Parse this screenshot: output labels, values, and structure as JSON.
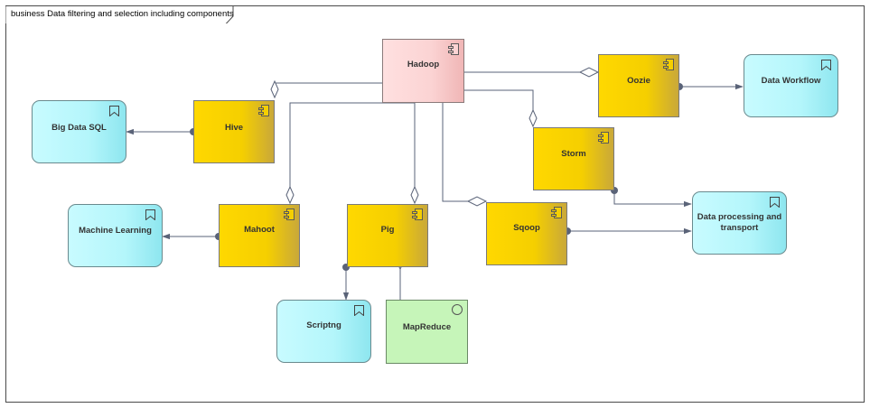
{
  "diagram": {
    "title": "business Data filtering and selection including components"
  },
  "nodes": {
    "hadoop": "Hadoop",
    "hive": "Hive",
    "oozie": "Oozie",
    "storm": "Storm",
    "mahoot": "Mahoot",
    "pig": "Pig",
    "sqoop": "Sqoop",
    "big_data_sql": "Big Data SQL",
    "data_workflow": "Data Workflow",
    "machine_learning": "Machine Learning",
    "data_processing": "Data processing and transport",
    "scripting": "Scriptng",
    "mapreduce": "MapReduce"
  },
  "colors": {
    "component": "#ffd800",
    "hadoop": "#fbd3d3",
    "service": "#b4f6fb",
    "mapreduce": "#c6f5b9",
    "connector": "#5a6378"
  }
}
